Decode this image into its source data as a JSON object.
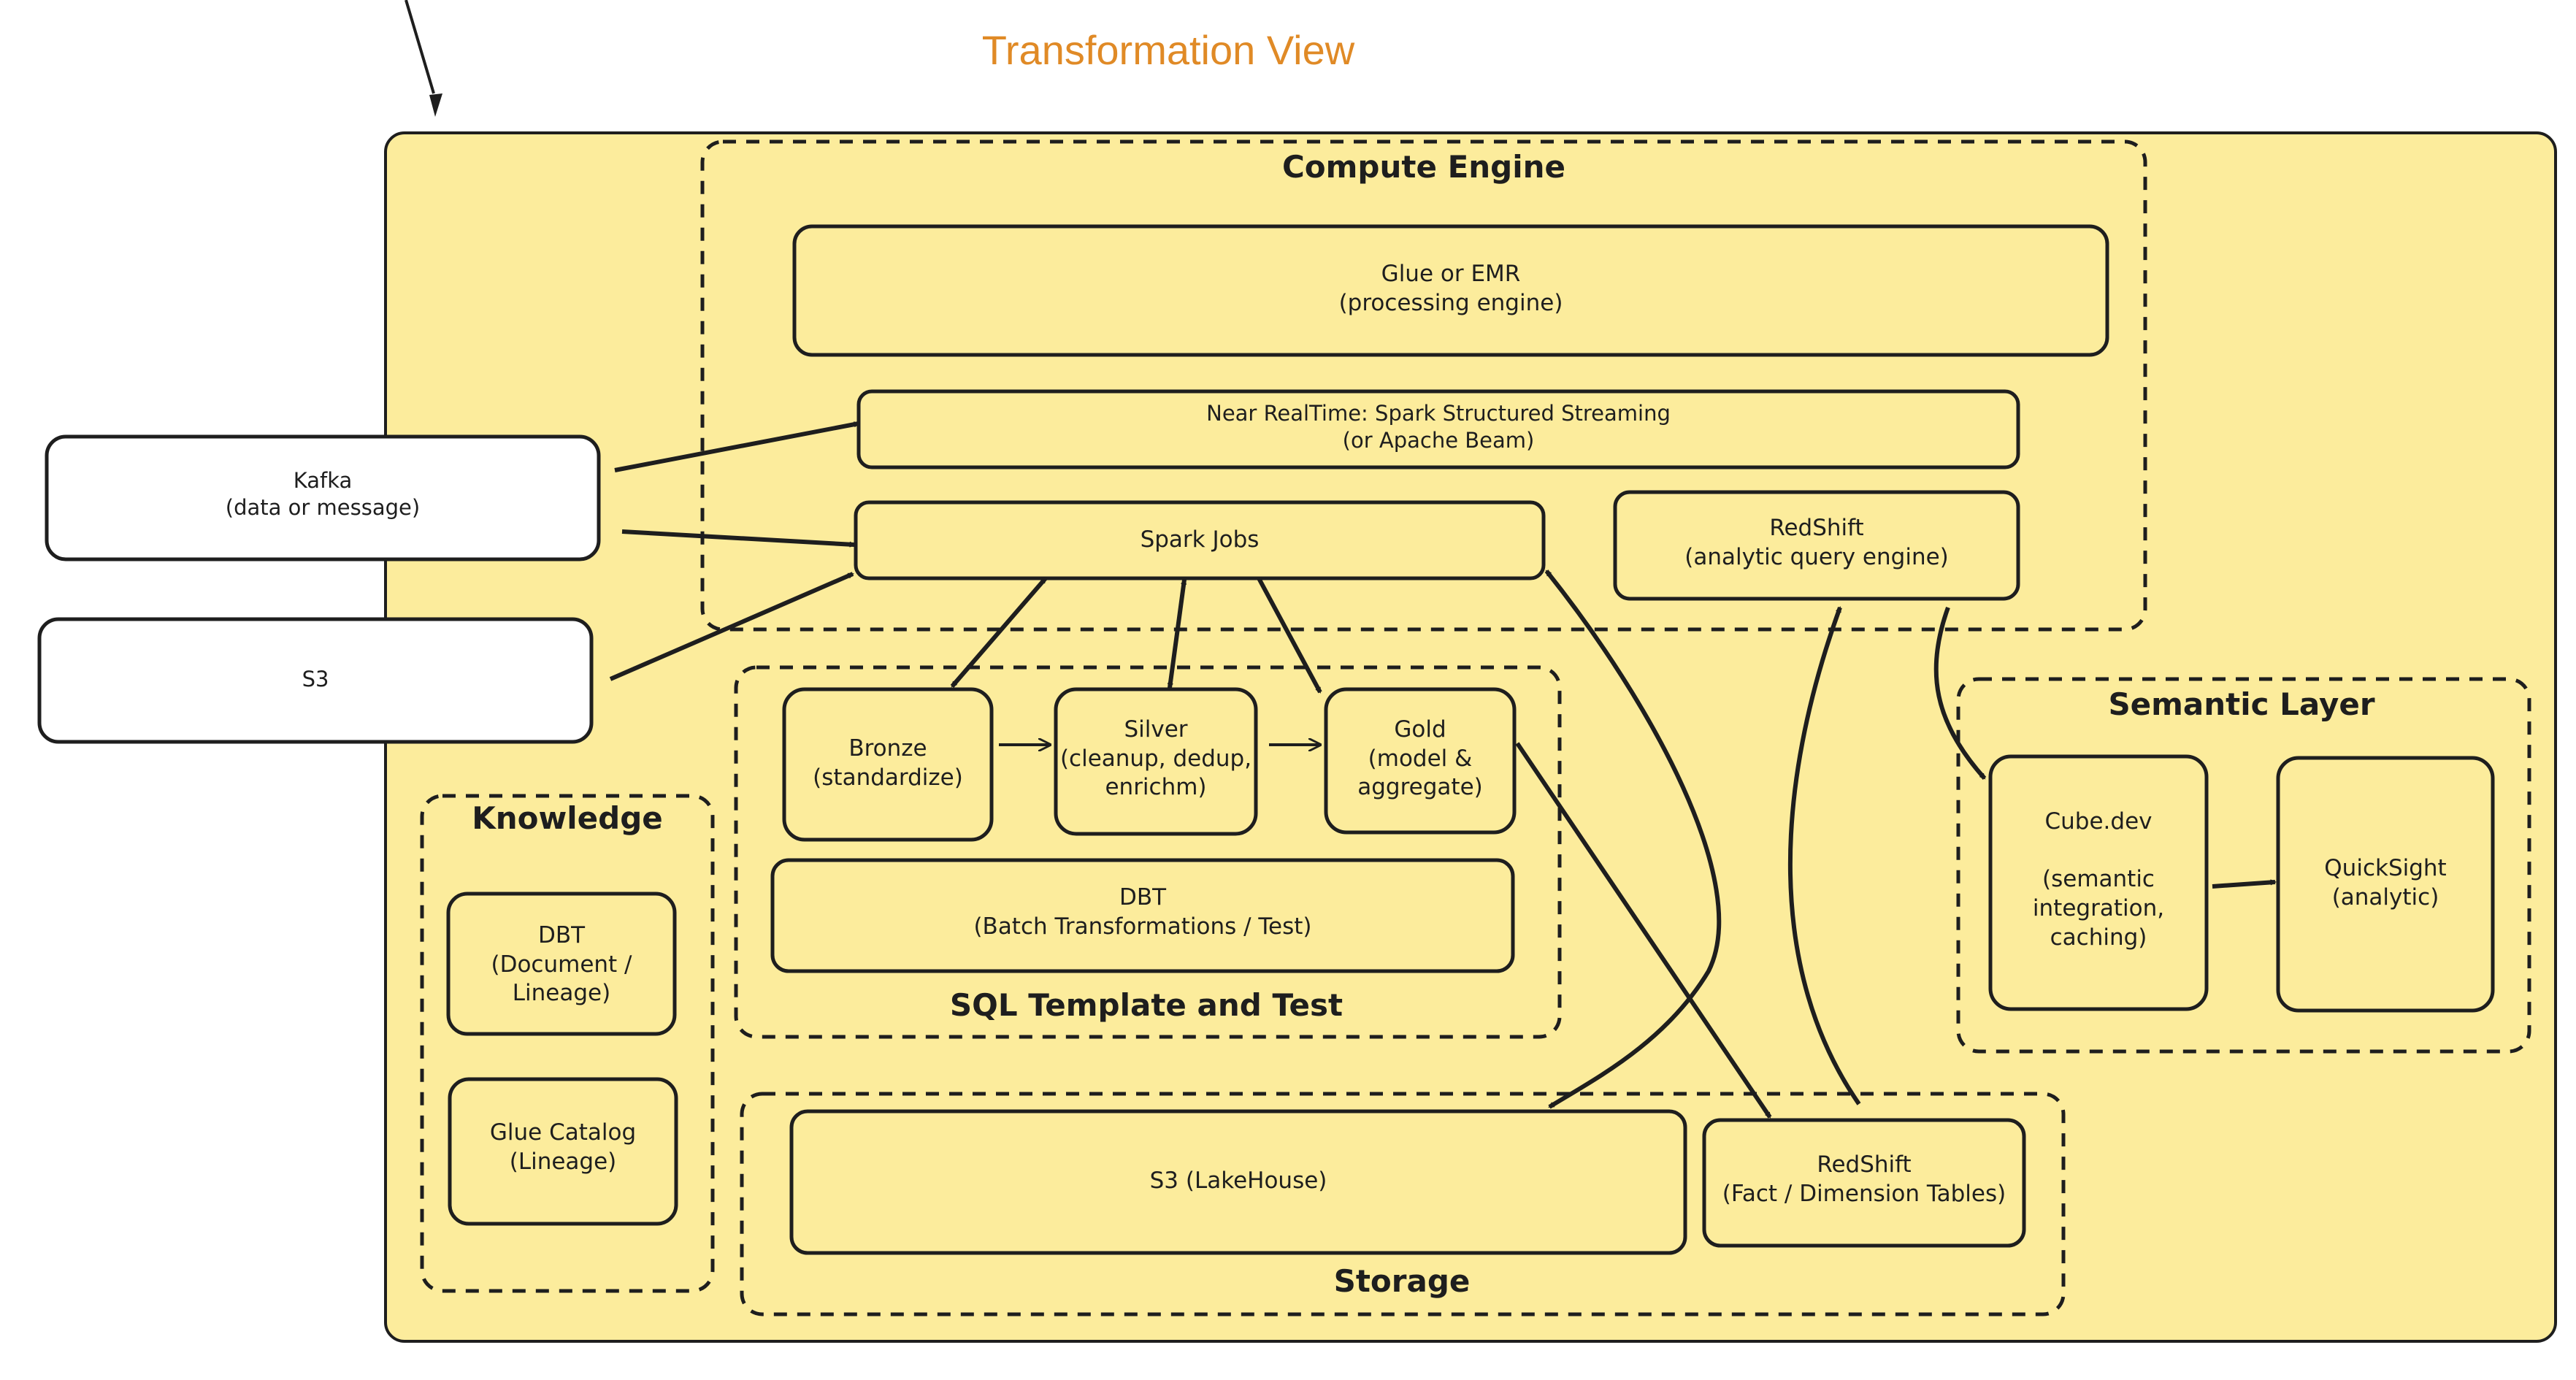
{
  "title": "Transformation View",
  "colors": {
    "background": "#fcec9c",
    "stroke": "#1e1e1e",
    "title": "#e08a26"
  },
  "groups": {
    "compute": "Compute Engine",
    "sql": "SQL Template and Test",
    "semantic": "Semantic Layer",
    "knowledge": "Knowledge",
    "storage": "Storage"
  },
  "nodes": {
    "kafka": "Kafka\n(data or message)",
    "s3_source": "S3",
    "glue_emr": "Glue or EMR\n(processing engine)",
    "near_realtime": "Near RealTime: Spark Structured Streaming\n(or Apache Beam)",
    "spark_jobs": "Spark Jobs",
    "redshift_query": "RedShift\n(analytic query engine)",
    "bronze": "Bronze\n(standardize)",
    "silver": "Silver\n(cleanup, dedup,\nenrichm)",
    "gold": "Gold\n(model &\naggregate)",
    "dbt_batch": "DBT\n(Batch Transformations / Test)",
    "cube": "Cube.dev\n\n(semantic\nintegration,\ncaching)",
    "quicksight": "QuickSight\n(analytic)",
    "dbt_doc": "DBT\n(Document /\nLineage)",
    "glue_catalog": "Glue Catalog\n(Lineage)",
    "s3_lakehouse": "S3 (LakeHouse)",
    "redshift_tables": "RedShift\n(Fact / Dimension Tables)"
  }
}
